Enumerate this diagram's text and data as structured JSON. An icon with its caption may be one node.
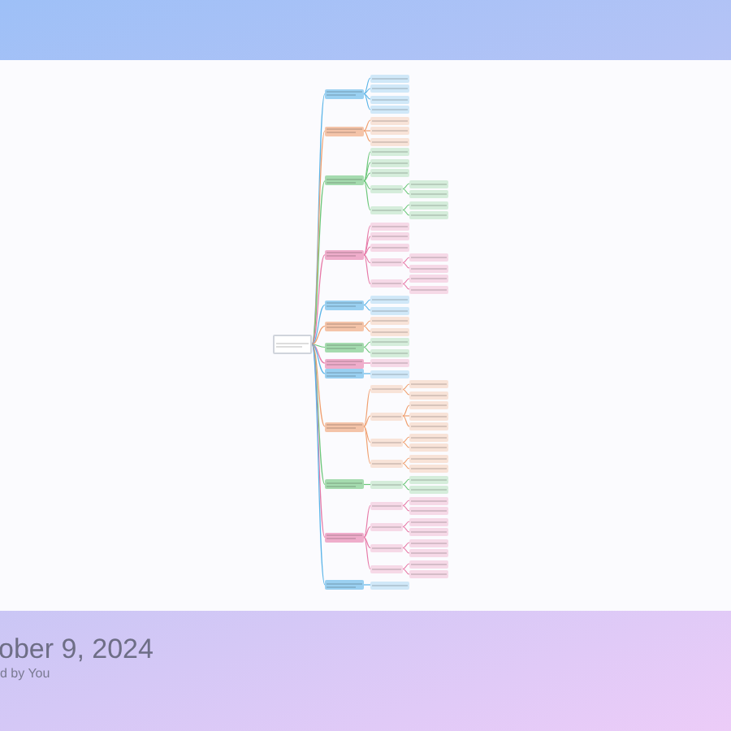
{
  "diagram": {
    "nodes": [
      {
        "text": [],
        "shape": "box"
      },
      {
        "text": [],
        "shape": "box"
      },
      {
        "text": [],
        "shape": "box"
      },
      {
        "text": [],
        "shape": "box"
      },
      {
        "text": [],
        "shape": "box"
      },
      {
        "text": [],
        "shape": "box"
      },
      {
        "text": [],
        "shape": "box"
      },
      {
        "text": [],
        "shape": "box"
      },
      {
        "text": [],
        "shape": "box"
      },
      {
        "text": [],
        "shape": "box"
      },
      {
        "text": [],
        "shape": "box"
      },
      {
        "text": [],
        "shape": "box"
      },
      {
        "text": [],
        "shape": "box"
      },
      {
        "text": [],
        "shape": "box"
      },
      {
        "text": [],
        "shape": "box"
      },
      {
        "text": [],
        "shape": "box"
      },
      {
        "text": [],
        "shape": "box"
      },
      {
        "text": [],
        "shape": "box"
      },
      {
        "text": [],
        "shape": "box"
      },
      {
        "text": [],
        "shape": "box"
      },
      {
        "text": [],
        "shape": "box"
      },
      {
        "text": [],
        "shape": "box"
      },
      {
        "text": [],
        "shape": "box"
      },
      {
        "text": [],
        "shape": "box"
      },
      {
        "text": [],
        "shape": "box"
      },
      {
        "text": [],
        "shape": "box"
      },
      {
        "text": [],
        "shape": "box"
      },
      {
        "text": [],
        "shape": "box"
      },
      {
        "text": [],
        "shape": "box"
      },
      {
        "text": [],
        "shape": "box"
      },
      {
        "text": [],
        "shape": "box"
      },
      {
        "text": [],
        "shape": "box"
      },
      {
        "text": [],
        "shape": "box"
      },
      {
        "text": [],
        "shape": "box"
      },
      {
        "text": [],
        "shape": "box"
      },
      {
        "text": [],
        "shape": "box"
      },
      {
        "text": [],
        "shape": "box"
      },
      {
        "text": [],
        "shape": "box"
      },
      {
        "text": [],
        "shape": "box"
      },
      {
        "text": [],
        "shape": "box"
      },
      {
        "text": [],
        "shape": "box"
      },
      {
        "text": [],
        "shape": "box"
      },
      {
        "text": [],
        "shape": "box"
      },
      {
        "text": [],
        "shape": "box"
      },
      {
        "text": [],
        "shape": "box"
      },
      {
        "text": [],
        "shape": "box"
      },
      {
        "text": [],
        "shape": "box"
      },
      {
        "text": [],
        "shape": "box"
      },
      {
        "text": [],
        "shape": "box"
      },
      {
        "text": [],
        "shape": "box"
      },
      {
        "text": [],
        "shape": "box"
      },
      {
        "text": [],
        "shape": "box"
      },
      {
        "text": [],
        "shape": "box"
      },
      {
        "text": [],
        "shape": "box"
      },
      {
        "text": [],
        "shape": "box"
      },
      {
        "text": [],
        "shape": "box"
      },
      {
        "text": [],
        "shape": "box"
      },
      {
        "text": [],
        "shape": "box"
      },
      {
        "text": [],
        "shape": "box"
      },
      {
        "text": [],
        "shape": "box"
      },
      {
        "text": [],
        "shape": "box"
      },
      {
        "text": [],
        "shape": "box"
      },
      {
        "text": [],
        "shape": "box"
      },
      {
        "text": [],
        "shape": "box"
      },
      {
        "text": [],
        "shape": "box"
      },
      {
        "text": [],
        "shape": "box"
      },
      {
        "text": [],
        "shape": "box"
      },
      {
        "text": [],
        "shape": "box"
      },
      {
        "text": [],
        "shape": "box"
      },
      {
        "text": [],
        "shape": "box"
      },
      {
        "text": [],
        "shape": "box"
      },
      {
        "text": [],
        "shape": "box"
      },
      {
        "text": [],
        "shape": "box"
      },
      {
        "text": [],
        "shape": "box"
      },
      {
        "text": [],
        "shape": "box"
      },
      {
        "text": [],
        "shape": "box"
      }
    ],
    "edges": [
      {
        "from": 0,
        "to": 1,
        "arrow": "none",
        "color": "#5ab4e8"
      },
      {
        "from": 1,
        "to": 2,
        "arrow": "none",
        "color": "#5ab4e8"
      },
      {
        "from": 1,
        "to": 3,
        "arrow": "none",
        "color": "#5ab4e8"
      },
      {
        "from": 1,
        "to": 4,
        "arrow": "none",
        "color": "#5ab4e8"
      },
      {
        "from": 1,
        "to": 5,
        "arrow": "none",
        "color": "#5ab4e8"
      },
      {
        "from": 0,
        "to": 6,
        "arrow": "none",
        "color": "#f0a070"
      },
      {
        "from": 6,
        "to": 7,
        "arrow": "none",
        "color": "#f0a070"
      },
      {
        "from": 6,
        "to": 8,
        "arrow": "none",
        "color": "#f0a070"
      },
      {
        "from": 6,
        "to": 9,
        "arrow": "none",
        "color": "#f0a070"
      },
      {
        "from": 0,
        "to": 10,
        "arrow": "none",
        "color": "#6cc77a"
      },
      {
        "from": 10,
        "to": 11,
        "arrow": "none",
        "color": "#6cc77a"
      },
      {
        "from": 10,
        "to": 12,
        "arrow": "none",
        "color": "#6cc77a"
      },
      {
        "from": 10,
        "to": 13,
        "arrow": "none",
        "color": "#6cc77a"
      },
      {
        "from": 10,
        "to": 14,
        "arrow": "none",
        "color": "#6cc77a"
      },
      {
        "from": 14,
        "to": 15,
        "arrow": "none",
        "color": "#6cc77a"
      },
      {
        "from": 14,
        "to": 16,
        "arrow": "none",
        "color": "#6cc77a"
      },
      {
        "from": 10,
        "to": 17,
        "arrow": "none",
        "color": "#6cc77a"
      },
      {
        "from": 17,
        "to": 18,
        "arrow": "none",
        "color": "#6cc77a"
      },
      {
        "from": 17,
        "to": 19,
        "arrow": "none",
        "color": "#6cc77a"
      },
      {
        "from": 0,
        "to": 20,
        "arrow": "none",
        "color": "#e77aa8"
      },
      {
        "from": 20,
        "to": 21,
        "arrow": "none",
        "color": "#e77aa8"
      },
      {
        "from": 20,
        "to": 22,
        "arrow": "none",
        "color": "#e77aa8"
      },
      {
        "from": 20,
        "to": 23,
        "arrow": "none",
        "color": "#e77aa8"
      },
      {
        "from": 20,
        "to": 24,
        "arrow": "none",
        "color": "#e77aa8"
      },
      {
        "from": 24,
        "to": 25,
        "arrow": "none",
        "color": "#e77aa8"
      },
      {
        "from": 24,
        "to": 26,
        "arrow": "none",
        "color": "#e77aa8"
      },
      {
        "from": 20,
        "to": 27,
        "arrow": "none",
        "color": "#e77aa8"
      },
      {
        "from": 27,
        "to": 28,
        "arrow": "none",
        "color": "#e77aa8"
      },
      {
        "from": 27,
        "to": 29,
        "arrow": "none",
        "color": "#e77aa8"
      },
      {
        "from": 0,
        "to": 30,
        "arrow": "none",
        "color": "#5ab4e8"
      },
      {
        "from": 30,
        "to": 31,
        "arrow": "none",
        "color": "#5ab4e8"
      },
      {
        "from": 30,
        "to": 32,
        "arrow": "none",
        "color": "#5ab4e8"
      },
      {
        "from": 0,
        "to": 33,
        "arrow": "none",
        "color": "#f0a070"
      },
      {
        "from": 33,
        "to": 34,
        "arrow": "none",
        "color": "#f0a070"
      },
      {
        "from": 33,
        "to": 35,
        "arrow": "none",
        "color": "#f0a070"
      },
      {
        "from": 0,
        "to": 36,
        "arrow": "none",
        "color": "#6cc77a"
      },
      {
        "from": 36,
        "to": 37,
        "arrow": "none",
        "color": "#6cc77a"
      },
      {
        "from": 36,
        "to": 38,
        "arrow": "none",
        "color": "#6cc77a"
      },
      {
        "from": 0,
        "to": 39,
        "arrow": "none",
        "color": "#e77aa8"
      },
      {
        "from": 39,
        "to": 40,
        "arrow": "none",
        "color": "#e77aa8"
      },
      {
        "from": 0,
        "to": 41,
        "arrow": "none",
        "color": "#5ab4e8"
      },
      {
        "from": 41,
        "to": 42,
        "arrow": "none",
        "color": "#5ab4e8"
      },
      {
        "from": 0,
        "to": 43,
        "arrow": "none",
        "color": "#f0a070"
      },
      {
        "from": 43,
        "to": 44,
        "arrow": "none",
        "color": "#f0a070"
      },
      {
        "from": 44,
        "to": 45,
        "arrow": "none",
        "color": "#f0a070"
      },
      {
        "from": 44,
        "to": 46,
        "arrow": "none",
        "color": "#f0a070"
      },
      {
        "from": 43,
        "to": 47,
        "arrow": "none",
        "color": "#f0a070"
      },
      {
        "from": 47,
        "to": 48,
        "arrow": "none",
        "color": "#f0a070"
      },
      {
        "from": 47,
        "to": 49,
        "arrow": "none",
        "color": "#f0a070"
      },
      {
        "from": 47,
        "to": 50,
        "arrow": "none",
        "color": "#f0a070"
      },
      {
        "from": 43,
        "to": 51,
        "arrow": "none",
        "color": "#f0a070"
      },
      {
        "from": 51,
        "to": 52,
        "arrow": "none",
        "color": "#f0a070"
      },
      {
        "from": 51,
        "to": 53,
        "arrow": "none",
        "color": "#f0a070"
      },
      {
        "from": 43,
        "to": 54,
        "arrow": "none",
        "color": "#f0a070"
      },
      {
        "from": 54,
        "to": 55,
        "arrow": "none",
        "color": "#f0a070"
      },
      {
        "from": 54,
        "to": 56,
        "arrow": "none",
        "color": "#f0a070"
      },
      {
        "from": 0,
        "to": 57,
        "arrow": "none",
        "color": "#6cc77a"
      },
      {
        "from": 57,
        "to": 58,
        "arrow": "none",
        "color": "#6cc77a"
      },
      {
        "from": 58,
        "to": 59,
        "arrow": "none",
        "color": "#6cc77a"
      },
      {
        "from": 58,
        "to": 60,
        "arrow": "none",
        "color": "#6cc77a"
      },
      {
        "from": 0,
        "to": 61,
        "arrow": "none",
        "color": "#e77aa8"
      },
      {
        "from": 61,
        "to": 62,
        "arrow": "none",
        "color": "#e77aa8"
      },
      {
        "from": 62,
        "to": 63,
        "arrow": "none",
        "color": "#e77aa8"
      },
      {
        "from": 62,
        "to": 64,
        "arrow": "none",
        "color": "#e77aa8"
      },
      {
        "from": 61,
        "to": 65,
        "arrow": "none",
        "color": "#e77aa8"
      },
      {
        "from": 65,
        "to": 66,
        "arrow": "none",
        "color": "#e77aa8"
      },
      {
        "from": 65,
        "to": 67,
        "arrow": "none",
        "color": "#e77aa8"
      },
      {
        "from": 61,
        "to": 68,
        "arrow": "none",
        "color": "#e77aa8"
      },
      {
        "from": 68,
        "to": 69,
        "arrow": "none",
        "color": "#e77aa8"
      },
      {
        "from": 68,
        "to": 70,
        "arrow": "none",
        "color": "#e77aa8"
      },
      {
        "from": 61,
        "to": 71,
        "arrow": "none",
        "color": "#e77aa8"
      },
      {
        "from": 71,
        "to": 72,
        "arrow": "none",
        "color": "#e77aa8"
      },
      {
        "from": 71,
        "to": 73,
        "arrow": "none",
        "color": "#e77aa8"
      },
      {
        "from": 0,
        "to": 74,
        "arrow": "none",
        "color": "#5ab4e8"
      },
      {
        "from": 74,
        "to": 75,
        "arrow": "none",
        "color": "#5ab4e8"
      }
    ],
    "labels": [
      "ober 9, 2024",
      "d by You"
    ]
  }
}
